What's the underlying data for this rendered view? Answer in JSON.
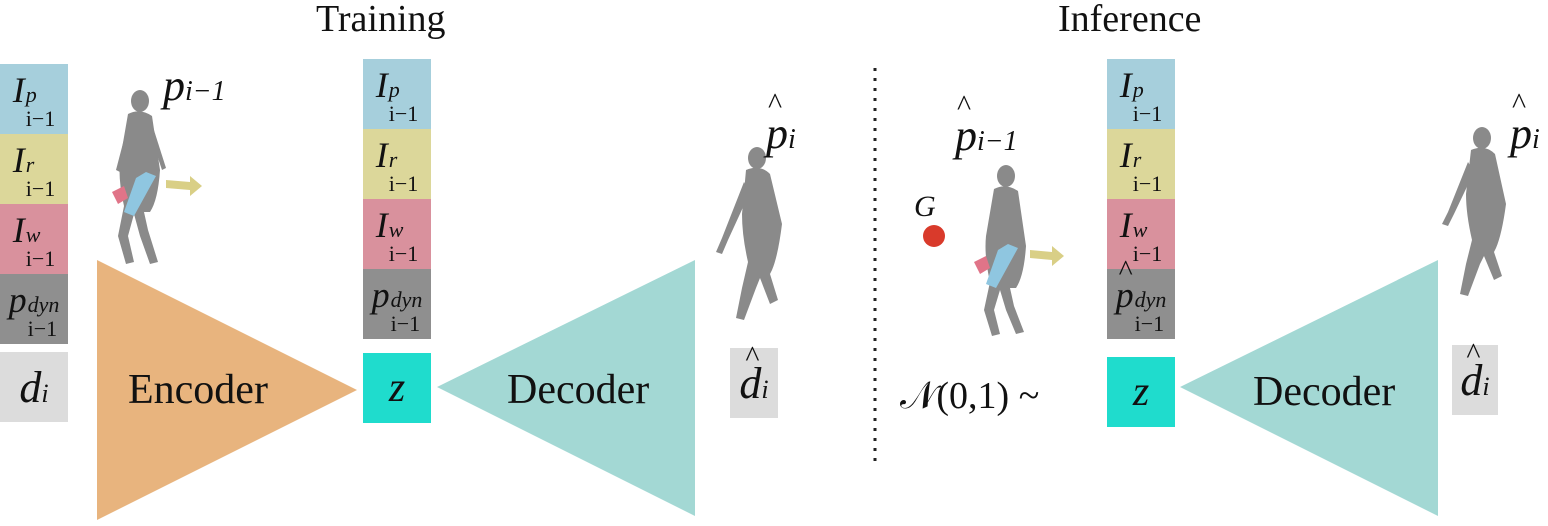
{
  "training_title": "Training",
  "inference_title": "Inference",
  "encoder_label": "Encoder",
  "decoder_label": "Decoder",
  "decoder_label_2": "Decoder",
  "latent_label": "z",
  "latent_label_2": "z",
  "prior_label": "𝒩(0,1) ~",
  "goal_label": "G",
  "pose_prev": "p",
  "pose_prev_sub": "i−1",
  "pose_pred": "p",
  "pose_pred_sub": "i",
  "pose_prev_hat": "p",
  "pose_prev_hat_sub": "i−1",
  "pose_pred_2": "p",
  "pose_pred_2_sub": "i",
  "d_label": "d",
  "d_sub": "i",
  "d_hat_label": "d",
  "d_hat_sub": "i",
  "d_hat_label_2": "d",
  "d_hat_sub_2": "i",
  "hat_glyph": "^",
  "cells": {
    "ip": {
      "base": "I",
      "sup": "p",
      "sub": "i−1"
    },
    "ir": {
      "base": "I",
      "sup": "r",
      "sub": "i−1"
    },
    "iw": {
      "base": "I",
      "sup": "w",
      "sub": "i−1"
    },
    "pdyn": {
      "base": "p",
      "sup": "dyn",
      "sub": "i−1"
    }
  },
  "colors": {
    "ip": "#a6cfdc",
    "ir": "#dcd79a",
    "iw": "#d9919d",
    "pdyn": "#8f8f8f",
    "d": "#dcdcdc",
    "z": "#1fdccd",
    "encoder": "#e8b47e",
    "decoder": "#a3d8d4",
    "goal": "#d93a2b",
    "figure": "#8a8a8a"
  }
}
